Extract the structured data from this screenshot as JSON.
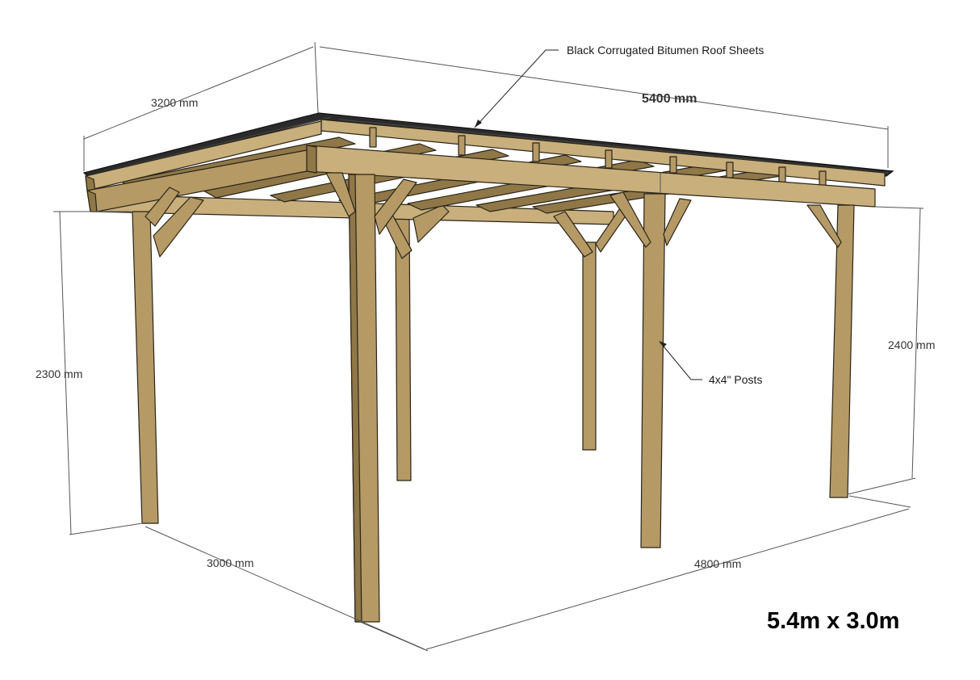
{
  "diagram": {
    "dimensions": {
      "roof_depth": "3200 mm",
      "roof_length": "5400 mm",
      "front_post_height": "2300 mm",
      "rear_post_height": "2400 mm",
      "post_depth": "3000 mm",
      "post_length": "4800 mm"
    },
    "callouts": {
      "roof_sheets": "Black Corrugated Bitumen Roof Sheets",
      "posts": "4x4\" Posts"
    },
    "size_label": "5.4m x 3.0m",
    "colors": {
      "timber": "#b59a66",
      "roof": "#2b2b2b",
      "dimension_lines": "#555555"
    }
  }
}
